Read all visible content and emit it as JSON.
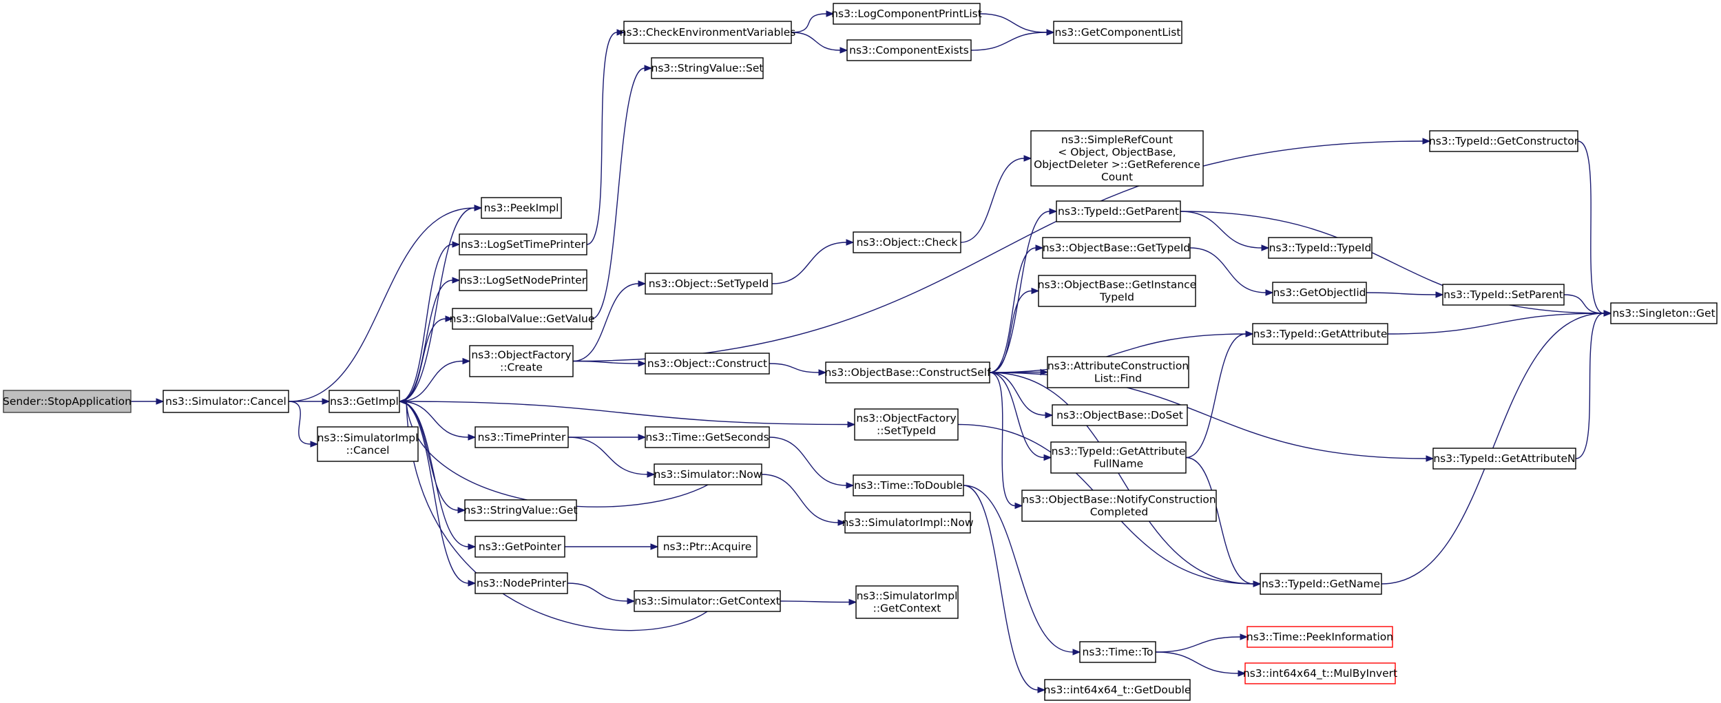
{
  "diagram": {
    "type": "call-graph",
    "colors": {
      "edge": "#191970",
      "node_border": "#000000",
      "root_fill": "#bfbfbf",
      "truncated_border": "#ff0000"
    },
    "nodes": [
      {
        "id": "n_stop",
        "lines": [
          "Sender::StopApplication"
        ],
        "style": "root"
      },
      {
        "id": "n_cancel",
        "lines": [
          "ns3::Simulator::Cancel"
        ]
      },
      {
        "id": "n_getimpl",
        "lines": [
          "ns3::GetImpl"
        ]
      },
      {
        "id": "n_simimplcancel",
        "lines": [
          "ns3::SimulatorImpl",
          "::Cancel"
        ]
      },
      {
        "id": "n_peekimpl",
        "lines": [
          "ns3::PeekImpl"
        ]
      },
      {
        "id": "n_logsettime",
        "lines": [
          "ns3::LogSetTimePrinter"
        ]
      },
      {
        "id": "n_logsetnode",
        "lines": [
          "ns3::LogSetNodePrinter"
        ]
      },
      {
        "id": "n_gvgetvalue",
        "lines": [
          "ns3::GlobalValue::GetValue"
        ]
      },
      {
        "id": "n_ofcreate",
        "lines": [
          "ns3::ObjectFactory",
          "::Create"
        ]
      },
      {
        "id": "n_timeprinter",
        "lines": [
          "ns3::TimePrinter"
        ]
      },
      {
        "id": "n_strget",
        "lines": [
          "ns3::StringValue::Get"
        ]
      },
      {
        "id": "n_getpointer",
        "lines": [
          "ns3::GetPointer"
        ]
      },
      {
        "id": "n_nodeprinter",
        "lines": [
          "ns3::NodePrinter"
        ]
      },
      {
        "id": "n_checkenv",
        "lines": [
          "ns3::CheckEnvironmentVariables"
        ]
      },
      {
        "id": "n_strset",
        "lines": [
          "ns3::StringValue::Set"
        ]
      },
      {
        "id": "n_objsettypeid",
        "lines": [
          "ns3::Object::SetTypeId"
        ]
      },
      {
        "id": "n_objconstruct",
        "lines": [
          "ns3::Object::Construct"
        ]
      },
      {
        "id": "n_timegetseconds",
        "lines": [
          "ns3::Time::GetSeconds"
        ]
      },
      {
        "id": "n_simnow",
        "lines": [
          "ns3::Simulator::Now"
        ]
      },
      {
        "id": "n_ptracquire",
        "lines": [
          "ns3::Ptr::Acquire"
        ]
      },
      {
        "id": "n_simgetcontext",
        "lines": [
          "ns3::Simulator::GetContext"
        ]
      },
      {
        "id": "n_logcompprint",
        "lines": [
          "ns3::LogComponentPrintList"
        ]
      },
      {
        "id": "n_compexists",
        "lines": [
          "ns3::ComponentExists"
        ]
      },
      {
        "id": "n_getcomplist",
        "lines": [
          "ns3::GetComponentList"
        ]
      },
      {
        "id": "n_objcheck",
        "lines": [
          "ns3::Object::Check"
        ]
      },
      {
        "id": "n_obconstructself",
        "lines": [
          "ns3::ObjectBase::ConstructSelf"
        ]
      },
      {
        "id": "n_ofsettypeid",
        "lines": [
          "ns3::ObjectFactory",
          "::SetTypeId"
        ]
      },
      {
        "id": "n_timetodouble",
        "lines": [
          "ns3::Time::ToDouble"
        ]
      },
      {
        "id": "n_simimplnow",
        "lines": [
          "ns3::SimulatorImpl::Now"
        ]
      },
      {
        "id": "n_simimplgetcontext",
        "lines": [
          "ns3::SimulatorImpl",
          "::GetContext"
        ]
      },
      {
        "id": "n_simplerefcount",
        "lines": [
          "ns3::SimpleRefCount",
          "< Object, ObjectBase,",
          " ObjectDeleter >::GetReference",
          "Count"
        ]
      },
      {
        "id": "n_tidgetparent",
        "lines": [
          "ns3::TypeId::GetParent"
        ]
      },
      {
        "id": "n_obgettypeid",
        "lines": [
          "ns3::ObjectBase::GetTypeId"
        ]
      },
      {
        "id": "n_obgetinstance",
        "lines": [
          "ns3::ObjectBase::GetInstance",
          "TypeId"
        ]
      },
      {
        "id": "n_attrconstr",
        "lines": [
          "ns3::AttributeConstruction",
          "List::Find"
        ]
      },
      {
        "id": "n_obdoset",
        "lines": [
          "ns3::ObjectBase::DoSet"
        ]
      },
      {
        "id": "n_tidgetattrfull",
        "lines": [
          "ns3::TypeId::GetAttribute",
          "FullName"
        ]
      },
      {
        "id": "n_obnotify",
        "lines": [
          "ns3::ObjectBase::NotifyConstruction",
          "Completed"
        ]
      },
      {
        "id": "n_timeto",
        "lines": [
          "ns3::Time::To"
        ]
      },
      {
        "id": "n_int64getdouble",
        "lines": [
          "ns3::int64x64_t::GetDouble"
        ]
      },
      {
        "id": "n_tidgetconstructor",
        "lines": [
          "ns3::TypeId::GetConstructor"
        ]
      },
      {
        "id": "n_tidtypeid",
        "lines": [
          "ns3::TypeId::TypeId"
        ]
      },
      {
        "id": "n_getobjectiid",
        "lines": [
          "ns3::GetObjectIid"
        ]
      },
      {
        "id": "n_tidgetattribute",
        "lines": [
          "ns3::TypeId::GetAttribute"
        ]
      },
      {
        "id": "n_tidgetname",
        "lines": [
          "ns3::TypeId::GetName"
        ]
      },
      {
        "id": "n_timepeekinfo",
        "lines": [
          "ns3::Time::PeekInformation"
        ],
        "style": "truncated"
      },
      {
        "id": "n_mulbyinvert",
        "lines": [
          "ns3::int64x64_t::MulByInvert"
        ],
        "style": "truncated"
      },
      {
        "id": "n_tidsetparent",
        "lines": [
          "ns3::TypeId::SetParent"
        ]
      },
      {
        "id": "n_tidgetattrn",
        "lines": [
          "ns3::TypeId::GetAttributeN"
        ]
      },
      {
        "id": "n_singletonget",
        "lines": [
          "ns3::Singleton::Get"
        ]
      }
    ],
    "edges": [
      [
        "n_stop",
        "n_cancel"
      ],
      [
        "n_cancel",
        "n_peekimpl"
      ],
      [
        "n_cancel",
        "n_getimpl"
      ],
      [
        "n_cancel",
        "n_simimplcancel"
      ],
      [
        "n_getimpl",
        "n_peekimpl"
      ],
      [
        "n_getimpl",
        "n_logsettime"
      ],
      [
        "n_getimpl",
        "n_logsetnode"
      ],
      [
        "n_getimpl",
        "n_gvgetvalue"
      ],
      [
        "n_getimpl",
        "n_ofcreate"
      ],
      [
        "n_getimpl",
        "n_timeprinter"
      ],
      [
        "n_getimpl",
        "n_strget"
      ],
      [
        "n_getimpl",
        "n_getpointer"
      ],
      [
        "n_getimpl",
        "n_nodeprinter"
      ],
      [
        "n_getimpl",
        "n_ofsettypeid"
      ],
      [
        "n_logsettime",
        "n_checkenv"
      ],
      [
        "n_gvgetvalue",
        "n_strset"
      ],
      [
        "n_ofcreate",
        "n_objsettypeid"
      ],
      [
        "n_ofcreate",
        "n_objconstruct"
      ],
      [
        "n_ofcreate",
        "n_tidgetconstructor"
      ],
      [
        "n_timeprinter",
        "n_timegetseconds"
      ],
      [
        "n_timeprinter",
        "n_simnow"
      ],
      [
        "n_simnow",
        "n_getimpl"
      ],
      [
        "n_simnow",
        "n_simimplnow"
      ],
      [
        "n_getpointer",
        "n_ptracquire"
      ],
      [
        "n_nodeprinter",
        "n_simgetcontext"
      ],
      [
        "n_simgetcontext",
        "n_getimpl"
      ],
      [
        "n_simgetcontext",
        "n_simimplgetcontext"
      ],
      [
        "n_checkenv",
        "n_logcompprint"
      ],
      [
        "n_checkenv",
        "n_compexists"
      ],
      [
        "n_logcompprint",
        "n_getcomplist"
      ],
      [
        "n_compexists",
        "n_getcomplist"
      ],
      [
        "n_objsettypeid",
        "n_objcheck"
      ],
      [
        "n_objcheck",
        "n_simplerefcount"
      ],
      [
        "n_objconstruct",
        "n_obconstructself"
      ],
      [
        "n_timegetseconds",
        "n_timetodouble"
      ],
      [
        "n_timetodouble",
        "n_timeto"
      ],
      [
        "n_timetodouble",
        "n_int64getdouble"
      ],
      [
        "n_ofsettypeid",
        "n_tidgetname"
      ],
      [
        "n_obconstructself",
        "n_tidgetparent"
      ],
      [
        "n_obconstructself",
        "n_obgettypeid"
      ],
      [
        "n_obconstructself",
        "n_obgetinstance"
      ],
      [
        "n_obconstructself",
        "n_tidgetattribute"
      ],
      [
        "n_obconstructself",
        "n_attrconstr"
      ],
      [
        "n_obconstructself",
        "n_obdoset"
      ],
      [
        "n_obconstructself",
        "n_tidgetattrfull"
      ],
      [
        "n_obconstructself",
        "n_obnotify"
      ],
      [
        "n_obconstructself",
        "n_tidgetattrn"
      ],
      [
        "n_obconstructself",
        "n_tidgetname"
      ],
      [
        "n_tidgetparent",
        "n_tidtypeid"
      ],
      [
        "n_tidgetparent",
        "n_singletonget"
      ],
      [
        "n_obgettypeid",
        "n_getobjectiid"
      ],
      [
        "n_getobjectiid",
        "n_tidsetparent"
      ],
      [
        "n_tidsetparent",
        "n_singletonget"
      ],
      [
        "n_tidgetattribute",
        "n_singletonget"
      ],
      [
        "n_tidgetattrfull",
        "n_tidgetattribute"
      ],
      [
        "n_tidgetattrfull",
        "n_tidgetname"
      ],
      [
        "n_tidgetconstructor",
        "n_singletonget"
      ],
      [
        "n_tidgetattrn",
        "n_singletonget"
      ],
      [
        "n_tidgetname",
        "n_singletonget"
      ],
      [
        "n_timeto",
        "n_timepeekinfo"
      ],
      [
        "n_timeto",
        "n_mulbyinvert"
      ]
    ]
  }
}
